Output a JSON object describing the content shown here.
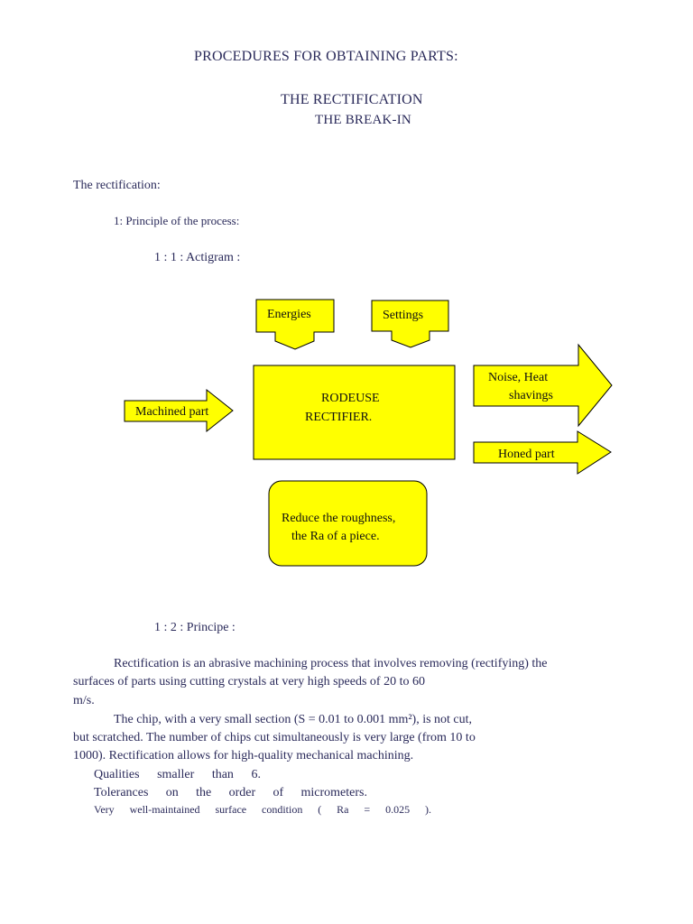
{
  "heading": {
    "line1": "PROCEDURES FOR OBTAINING PARTS:",
    "line2": "THE RECTIFICATION",
    "line3": "THE BREAK-IN"
  },
  "section": {
    "title": "The rectification:",
    "sub1": "1: Principle of the process:",
    "sub11": "1 : 1 : Actigram :",
    "sub12": "1 : 2 : Principe :"
  },
  "diagram": {
    "fill_color": "#ffff00",
    "energies": "Energies",
    "settings": "Settings",
    "machined_part": "Machined part",
    "center_line1": "RODEUSE",
    "center_line2": "RECTIFIER.",
    "noise_line1": "Noise, Heat",
    "noise_line2": "shavings",
    "honed_part": "Honed part",
    "goal_line1": "Reduce the roughness,",
    "goal_line2": "the Ra of a piece."
  },
  "paragraphs": {
    "p1_line1": "Rectification is an abrasive machining process that involves removing (rectifying) the",
    "p1_line2": "surfaces of parts using cutting crystals at very high speeds of 20 to 60",
    "p1_line3": "m/s.",
    "p2_line1": "The chip, with a very small section (S = 0.01 to 0.001 mm²), is not cut,",
    "p2_line2": "but scratched. The number of chips cut simultaneously is very large (from 10 to",
    "p2_line3": "1000). Rectification allows for high-quality mechanical machining."
  },
  "list": {
    "l1": [
      "Qualities",
      "smaller",
      "than",
      "6."
    ],
    "l2": [
      "Tolerances",
      "on",
      "the",
      "order",
      "of",
      "micrometers."
    ],
    "l3": [
      "Very",
      "well-maintained",
      "surface",
      "condition",
      "(",
      "Ra",
      "=",
      "0.025",
      ")."
    ]
  }
}
